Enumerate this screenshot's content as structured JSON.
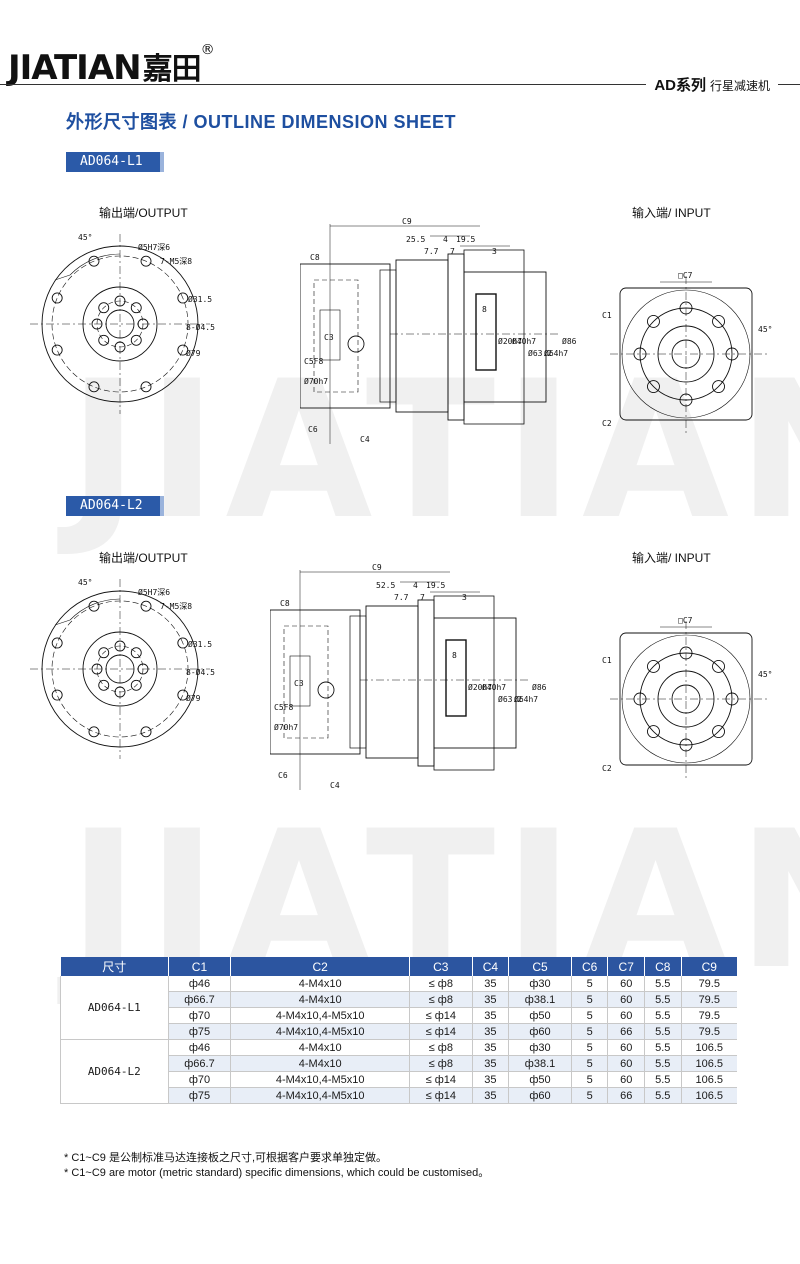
{
  "brand": {
    "name": "JIATIAN",
    "name_cn": "嘉田",
    "mark": "®"
  },
  "series": {
    "title": "AD系列",
    "subtitle": "行星减速机"
  },
  "page_title": "外形尺寸图表 / OUTLINE DIMENSION SHEET",
  "watermark": "JIATIAN",
  "models": [
    {
      "tag": "AD064-L1",
      "output_label": "输出端/OUTPUT",
      "input_label": "输入端/ INPUT",
      "dims": {
        "angle": "45°",
        "hole6": "Ø5H7深6",
        "m5": "7-M5深8",
        "d315": "Ø31.5",
        "d45": "8-Ø4.5",
        "d79": "Ø79",
        "c9": "C9",
        "a255": "25.5",
        "a4": "4",
        "a195": "19.5",
        "a77": "7.7",
        "a7": "7",
        "a3": "3",
        "c8": "C8",
        "c6": "C6",
        "c4": "C4",
        "c3": "C3",
        "c5": "C5F8",
        "d70": "Ø70h7",
        "s8": "8",
        "d20": "Ø20h7",
        "d40": "Ø40h7",
        "d632": "Ø63.2",
        "d64": "Ø64h7",
        "d86": "Ø86",
        "c7": "□C7",
        "c1": "C1",
        "c2": "C2"
      }
    },
    {
      "tag": "AD064-L2",
      "output_label": "输出端/OUTPUT",
      "input_label": "输入端/ INPUT",
      "dims": {
        "angle": "45°",
        "hole6": "Ø5H7深6",
        "m5": "7-M5深8",
        "d315": "Ø31.5",
        "d45": "8-Ø4.5",
        "d79": "Ø79",
        "c9": "C9",
        "a255": "52.5",
        "a4": "4",
        "a195": "19.5",
        "a77": "7.7",
        "a7": "7",
        "a3": "3",
        "c8": "C8",
        "c6": "C6",
        "c4": "C4",
        "c3": "C3",
        "c5": "C5F8",
        "d70": "Ø70h7",
        "s8": "8",
        "d20": "Ø20h7",
        "d40": "Ø40h7",
        "d632": "Ø63.2",
        "d64": "Ø64h7",
        "d86": "Ø86",
        "c7": "□C7",
        "c1": "C1",
        "c2": "C2"
      }
    }
  ],
  "table": {
    "headers": [
      "尺寸",
      "C1",
      "C2",
      "C3",
      "C4",
      "C5",
      "C6",
      "C7",
      "C8",
      "C9"
    ],
    "groups": [
      {
        "model": "AD064-L1",
        "rows": [
          [
            "ф46",
            "4-M4x10",
            "≤ ф8",
            "35",
            "ф30",
            "5",
            "60",
            "5.5",
            "79.5"
          ],
          [
            "ф66.7",
            "4-M4x10",
            "≤ ф8",
            "35",
            "ф38.1",
            "5",
            "60",
            "5.5",
            "79.5"
          ],
          [
            "ф70",
            "4-M4x10,4-M5x10",
            "≤ ф14",
            "35",
            "ф50",
            "5",
            "60",
            "5.5",
            "79.5"
          ],
          [
            "ф75",
            "4-M4x10,4-M5x10",
            "≤ ф14",
            "35",
            "ф60",
            "5",
            "66",
            "5.5",
            "79.5"
          ]
        ]
      },
      {
        "model": "AD064-L2",
        "rows": [
          [
            "ф46",
            "4-M4x10",
            "≤ ф8",
            "35",
            "ф30",
            "5",
            "60",
            "5.5",
            "106.5"
          ],
          [
            "ф66.7",
            "4-M4x10",
            "≤ ф8",
            "35",
            "ф38.1",
            "5",
            "60",
            "5.5",
            "106.5"
          ],
          [
            "ф70",
            "4-M4x10,4-M5x10",
            "≤ ф14",
            "35",
            "ф50",
            "5",
            "60",
            "5.5",
            "106.5"
          ],
          [
            "ф75",
            "4-M4x10,4-M5x10",
            "≤ ф14",
            "35",
            "ф60",
            "5",
            "66",
            "5.5",
            "106.5"
          ]
        ]
      }
    ]
  },
  "notes": [
    "* C1~C9 是公制标准马达连接板之尺寸,可根据客户要求单独定做。",
    "* C1~C9 are motor (metric standard) specific dimensions, which could be customised。"
  ]
}
